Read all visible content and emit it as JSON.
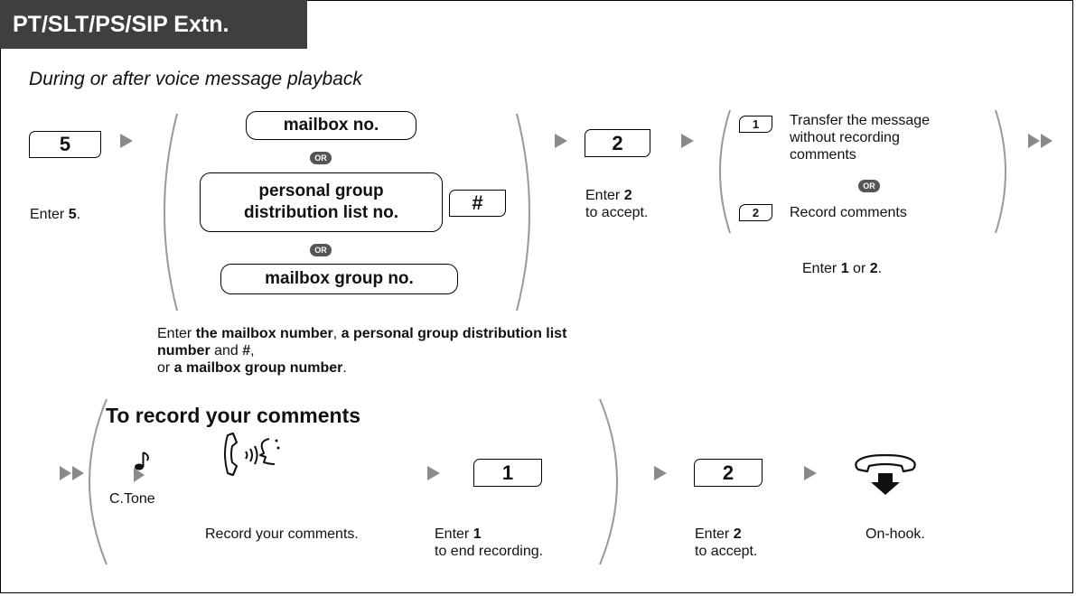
{
  "header": {
    "title": "PT/SLT/PS/SIP Extn."
  },
  "subtitle": "During or after voice message playback",
  "step1": {
    "key": "5",
    "desc_pre": "Enter ",
    "desc_bold": "5",
    "desc_post": "."
  },
  "choices": {
    "mailbox": "mailbox no.",
    "or": "OR",
    "personal_line1": "personal group",
    "personal_line2": "distribution list no.",
    "hash": "#",
    "group": "mailbox group no.",
    "desc": {
      "p1": "Enter ",
      "b1": "the mailbox number",
      "p2": ", ",
      "b2": "a personal group distribution list number",
      "p3": " and ",
      "b3": "#",
      "p4": ",",
      "p5": "or ",
      "b4": "a mailbox group number",
      "p6": "."
    }
  },
  "step3": {
    "key": "2",
    "desc_pre": "Enter ",
    "desc_bold": "2",
    "desc_line2": "to accept."
  },
  "step4": {
    "opt1_key": "1",
    "opt1_text": [
      "Transfer the message",
      "without recording",
      "comments"
    ],
    "or": "OR",
    "opt2_key": "2",
    "opt2_text": "Record comments",
    "desc_pre": "Enter ",
    "desc_b1": "1",
    "desc_mid": " or ",
    "desc_b2": "2",
    "desc_post": "."
  },
  "record": {
    "title": "To record your comments",
    "ctone": "C.Tone",
    "speak_desc": "Record your comments.",
    "key1": "1",
    "key1_desc_pre": "Enter ",
    "key1_desc_bold": "1",
    "key1_desc_line2": "to end recording.",
    "key2": "2",
    "key2_desc_pre": "Enter ",
    "key2_desc_bold": "2",
    "key2_desc_line2": "to accept.",
    "onhook_desc": "On-hook."
  },
  "colors": {
    "header_bg": "#3f3f3f",
    "arrow": "#8a8a8a",
    "bracket": "#999999"
  },
  "icons": [
    "arrow-right-icon",
    "double-arrow-icon",
    "note-icon",
    "speaking-handset-icon",
    "onhook-handset-icon"
  ]
}
